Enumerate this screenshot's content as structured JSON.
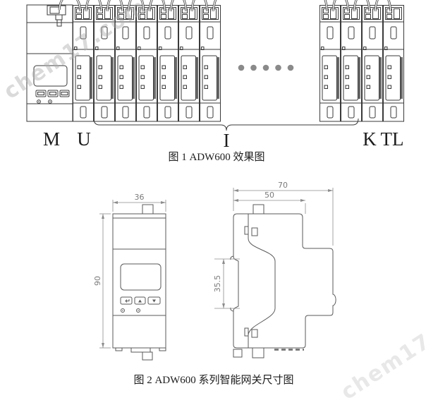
{
  "watermark": {
    "text": "chem17.com",
    "color_topleft": "rgba(172,172,172,0.45)",
    "color_bottomright": "rgba(214,214,214,0.55)"
  },
  "figure1": {
    "caption": "图 1 ADW600 效果图",
    "labels": {
      "m": "M",
      "u": "U",
      "i": "I",
      "k": "K",
      "tl": "TL"
    },
    "ellipsis_dots": 5,
    "colors": {
      "line": "#3a3a3a",
      "dot": "#8a8a8a"
    }
  },
  "figure2": {
    "caption": "图 2 ADW600 系列智能网关尺寸图",
    "dimensions": {
      "front_width": "36",
      "front_height": "90",
      "side_depth": "70",
      "side_upper_depth": "50",
      "din_rail_height": "35.5"
    },
    "colors": {
      "line": "#5a5a5a",
      "dim_line": "#8c8c8c",
      "dim_text": "#7a7a7a"
    }
  }
}
